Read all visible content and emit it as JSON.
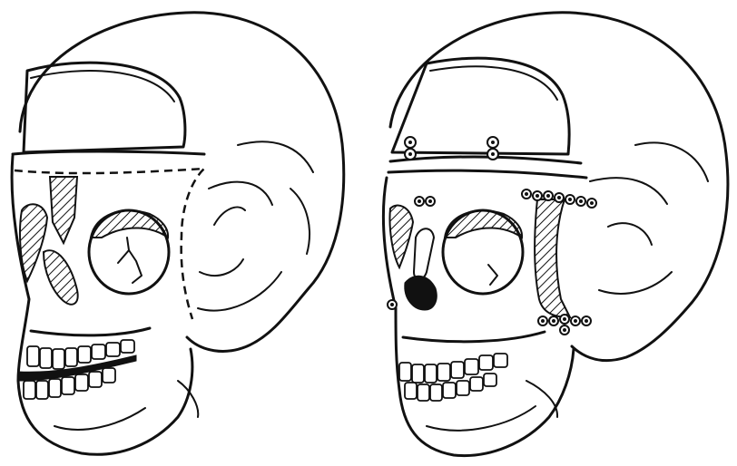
{
  "figure": {
    "panels": [
      {
        "id": "before",
        "state": "preoperative skull with marked osteotomy lines"
      },
      {
        "id": "after",
        "state": "postoperative skull with miniplate fixation"
      }
    ],
    "colors": {
      "ink": "#111111",
      "background": "#ffffff"
    },
    "icons": [
      "skull-drawing",
      "screw-icon",
      "hatched-bone-graft"
    ]
  }
}
